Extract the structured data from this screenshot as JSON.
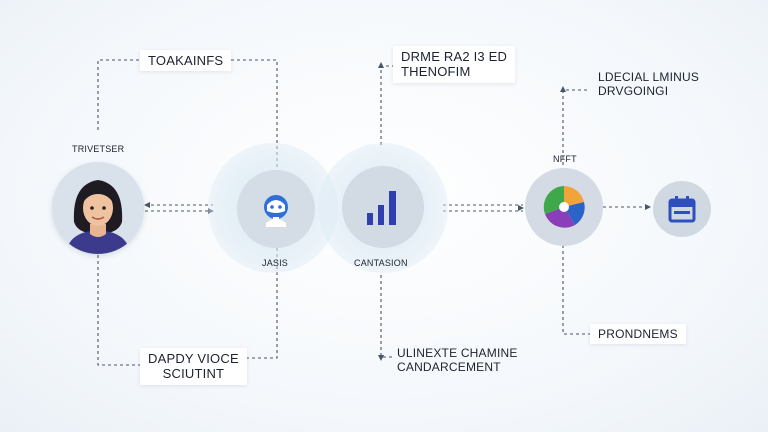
{
  "labels": {
    "top_left": "TOAKAINFS",
    "top_center_line1": "DRME RA2 I3 ED",
    "top_center_line2": "THENOFIM",
    "top_right_line1": "LDECIAL LMINUS",
    "top_right_line2": "DRVGOINGI",
    "avatar_caption": "TRIVETSER",
    "jasis_caption": "JASIS",
    "canvasion_caption": "CANTASION",
    "nfft_caption": "NFFT",
    "bottom_left_line1": "DAPDY VIOCE",
    "bottom_left_line2": "SCIUTINT",
    "bottom_center_line1": "ULINEXTE CHAMINE",
    "bottom_center_line2": "CANDARCEMENT",
    "bottom_right": "PRONDNEMS"
  },
  "icons": {
    "avatar": "person-avatar-icon",
    "jasis": "robot-assistant-icon",
    "canvasion": "bar-chart-icon",
    "nfft": "pie-chart-icon",
    "calendar": "calendar-icon"
  },
  "colors": {
    "line": "#4a5568",
    "halo": "#dbe8f1",
    "node_fill": "#d6dde6",
    "bar_blue": "#2f3fae",
    "robot_blue": "#2f6fd6",
    "pie_green": "#3fa84a",
    "pie_blue": "#2c63c9",
    "pie_orange": "#f2a33a",
    "pie_purple": "#8a3fb8",
    "calendar_blue": "#2f4fbf"
  }
}
